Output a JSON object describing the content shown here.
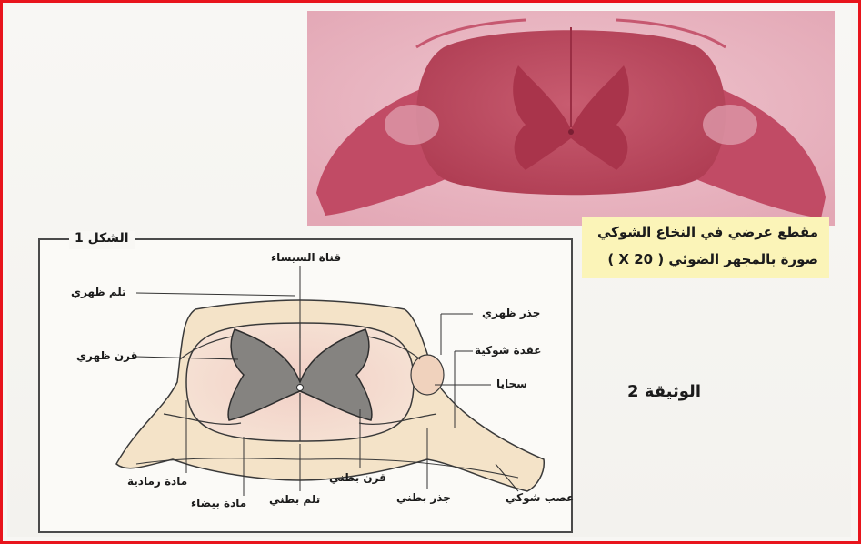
{
  "photo": {
    "caption_line1": "مقطع عرضي في النخاع الشوكي",
    "caption_line2": "صورة بالمجهر الضوئي ( X 20 )"
  },
  "figure": {
    "title": "الشكل 1",
    "labels": {
      "central_canal": "قناة السيساء",
      "dorsal_sulcus": "تلم ظهري",
      "dorsal_horn": "قرن ظهري",
      "dorsal_root": "جذر ظهري",
      "spinal_ganglion": "عقدة شوكية",
      "meninges": "سحايا",
      "grey_matter": "مادة رمادية",
      "white_matter": "مادة بيضاء",
      "ventral_sulcus": "تلم بطني",
      "ventral_horn": "قرن بطني",
      "ventral_root": "جذر بطني",
      "spinal_nerve": "عصب شوكي"
    }
  },
  "document_label": "الوثيقة 2",
  "colors": {
    "border": "#e8141c",
    "photo_tissue": "#c24a5e",
    "caption_bg": "#fbf4b8",
    "grey_matter": "#7d7b78",
    "white_matter_pink": "#efc9c0"
  }
}
